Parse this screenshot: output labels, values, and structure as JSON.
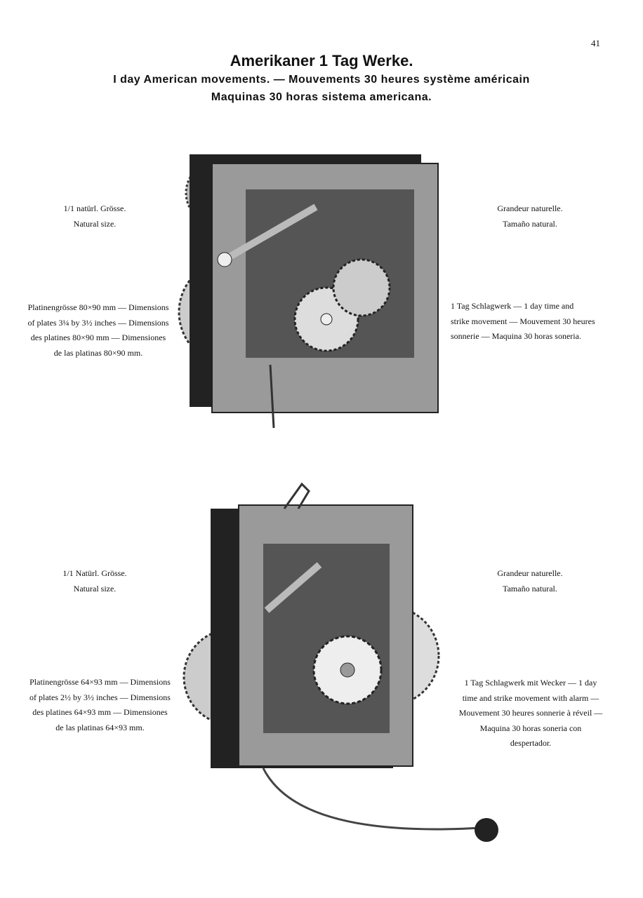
{
  "page_number": "41",
  "title": "Amerikaner 1 Tag Werke.",
  "subtitle_line1": "I day American movements.  —  Mouvements 30 heures système américain",
  "subtitle_line2": "Maquinas 30 horas sistema americana.",
  "items": [
    {
      "size_left": [
        "1/1 natürl. Grösse.",
        "Natural size."
      ],
      "size_right": [
        "Grandeur naturelle.",
        "Tamaño natural."
      ],
      "dims": [
        "Platinengrösse 80×90 mm — Dimensions",
        "of plates 3¼ by 3½ inches — Dimensions",
        "des platines 80×90 mm — Dimensiones",
        "de las platinas 80×90 mm."
      ],
      "desc": [
        "1 Tag Schlagwerk — 1 day time and",
        "strike movement — Mouvement 30 heures",
        "sonnerie — Maquina 30 horas soneria."
      ]
    },
    {
      "size_left": [
        "1/1 Natürl. Grösse.",
        "Natural size."
      ],
      "size_right": [
        "Grandeur naturelle.",
        "Tamaño natural."
      ],
      "dims": [
        "Platinengrösse 64×93 mm — Dimensions",
        "of plates 2½ by 3½ inches — Dimensions",
        "des platines 64×93 mm — Dimensiones",
        "de las platinas 64×93 mm."
      ],
      "desc": [
        "1 Tag Schlagwerk mit Wecker — 1 day",
        "time and strike movement with alarm —",
        "Mouvement 30 heures sonnerie à réveil —",
        "Maquina 30 horas soneria con",
        "despertador."
      ]
    }
  ]
}
